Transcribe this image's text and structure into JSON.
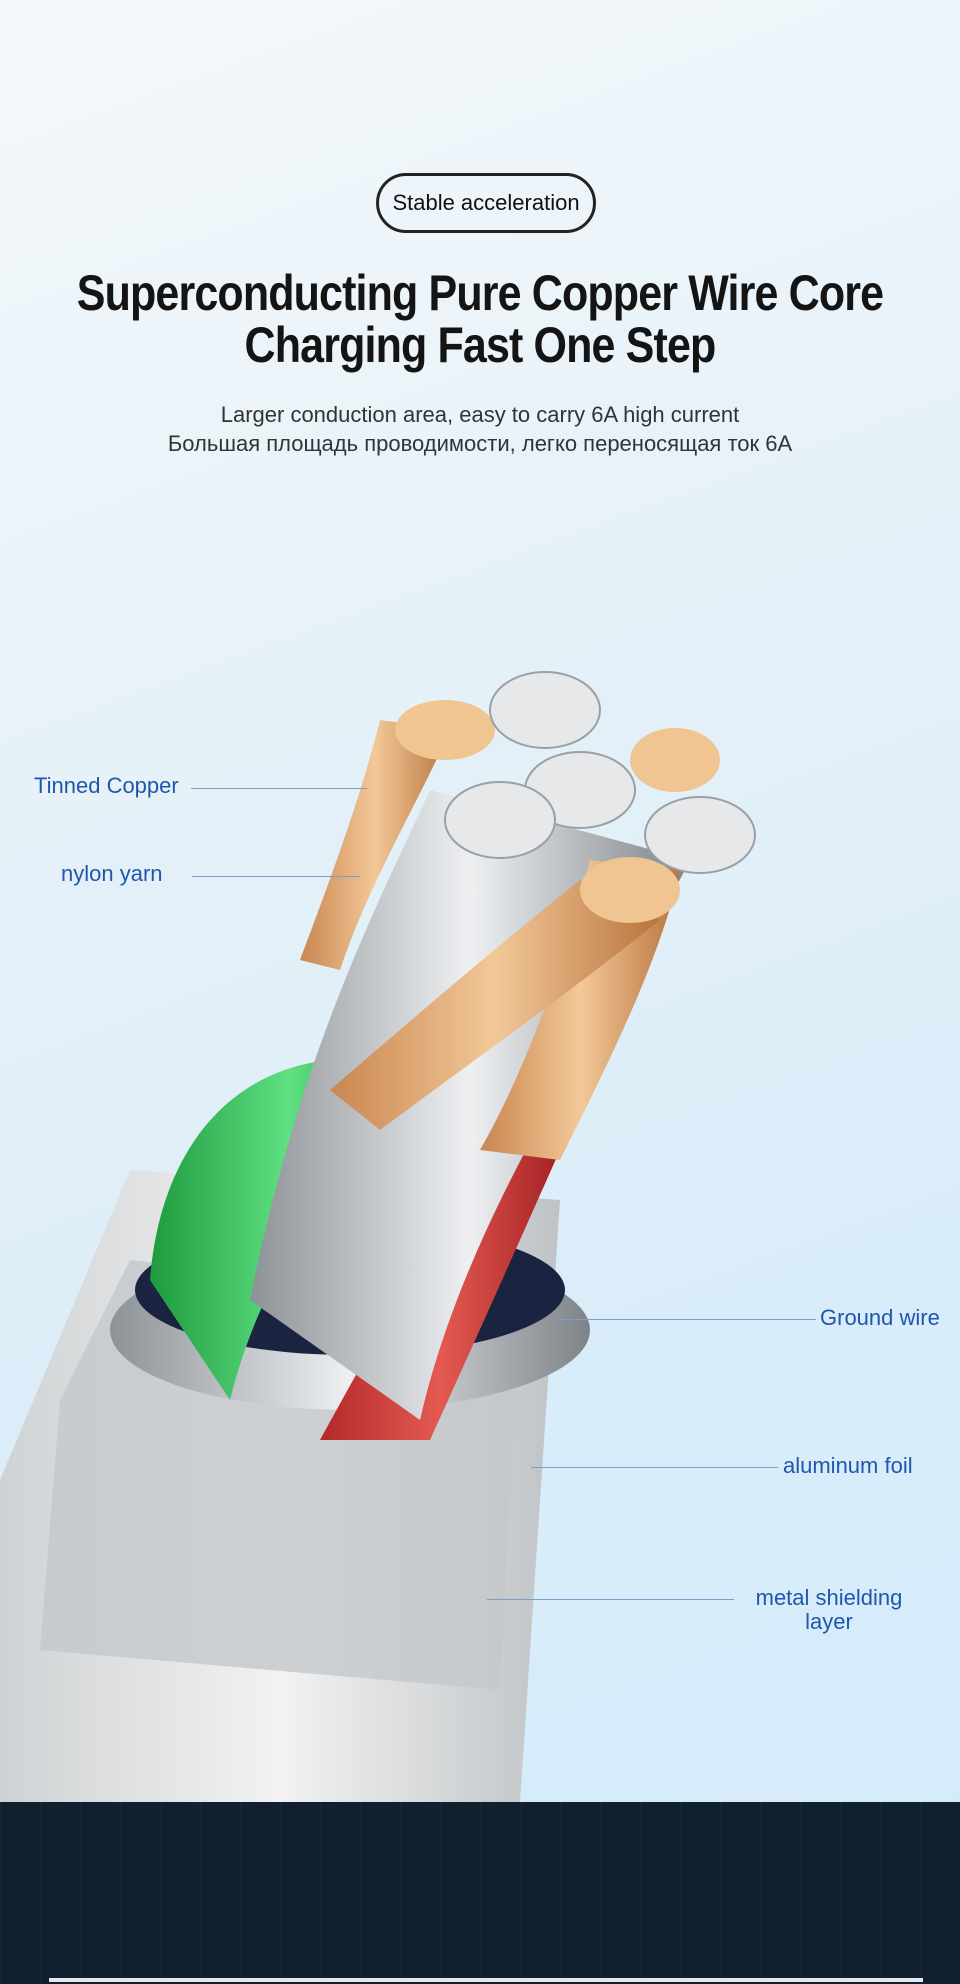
{
  "badge": "Stable acceleration",
  "title_line1": "Superconducting Pure Copper Wire Core",
  "title_line2": "Charging Fast One Step",
  "subtitle_en": "Larger conduction area, easy to carry 6A high current",
  "subtitle_ru": "Большая площадь проводимости, легко переносящая ток 6А",
  "labels": {
    "tinned_copper": "Tinned Copper",
    "nylon_yarn": "nylon yarn",
    "ground_wire": "Ground wire",
    "aluminum_foil": "aluminum foil",
    "metal_shielding_1": "metal shielding",
    "metal_shielding_2": "layer"
  },
  "colors": {
    "label": "#1f57b0",
    "footer": "#10202f",
    "copper": "#e8b07a",
    "green": "#3ec765",
    "red": "#d8403a"
  }
}
